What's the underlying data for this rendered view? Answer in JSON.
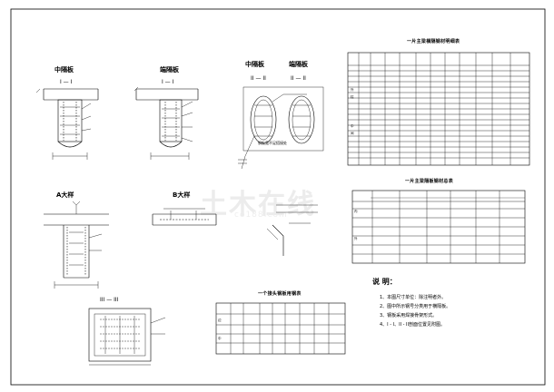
{
  "watermark": {
    "main": "土木在线",
    "sub": "co188.com"
  },
  "views": {
    "mid_plate": "中隔板",
    "end_plate": "端隔板",
    "sec_1_mid": "I — I",
    "sec_1_end": "I — I",
    "sec_2_mid": "中隔板",
    "sec_2_end": "端隔板",
    "sec_2a": "II — II",
    "sec_2b": "II — II",
    "detail_a": "A大样",
    "detail_b": "B大样",
    "sec_3": "III — III",
    "weld_note": "钢板宽不足搭接处"
  },
  "tables": {
    "rebar_detail_title": "一片主梁横隔钢材明细表",
    "rebar_total_title": "一片主梁隔板钢材总表",
    "joint_title": "一个接头钢板用钢表"
  },
  "notes": {
    "title": "说 明：",
    "items": [
      "1、本图尺寸单位：除注明者外。",
      "2、图中所示钢号分类用于横隔板。",
      "3、钢板采用焊接骨架形式。",
      "4、I - I、II - II剖面位置见附图。"
    ]
  }
}
